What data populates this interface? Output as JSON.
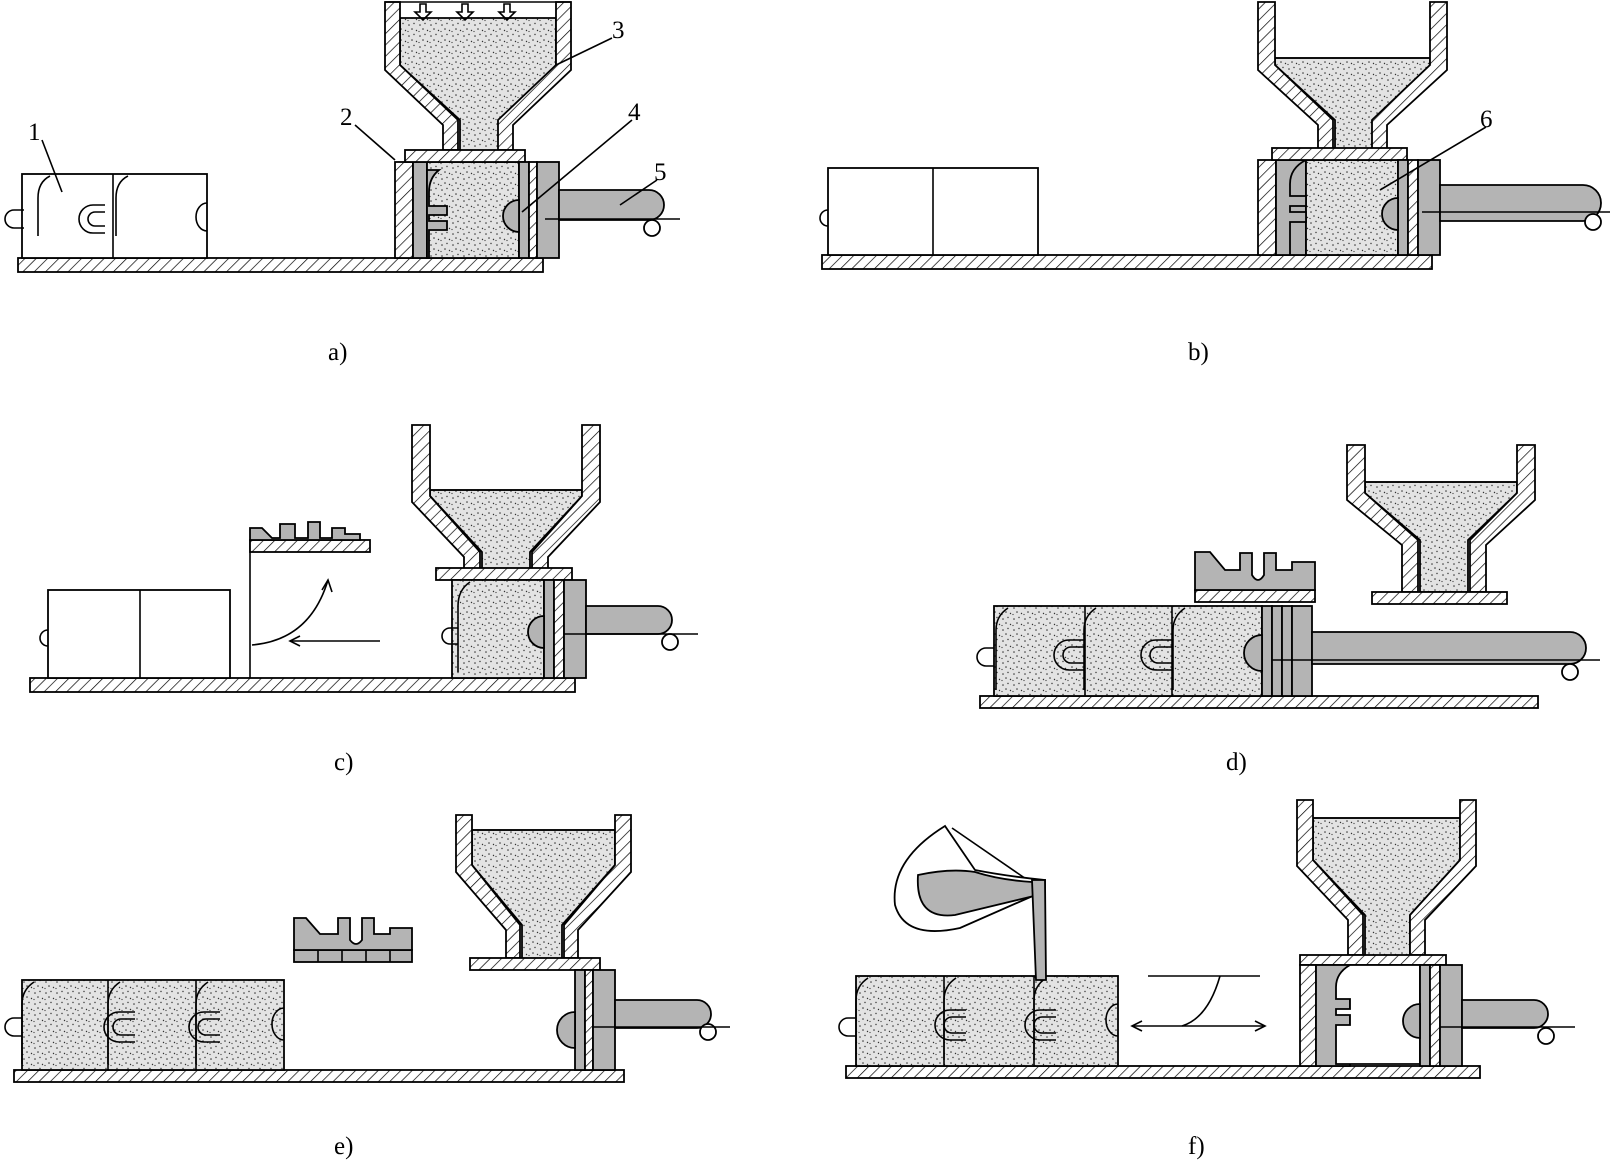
{
  "figure": {
    "panels": [
      {
        "id": "a",
        "caption": "a)"
      },
      {
        "id": "b",
        "caption": "b)"
      },
      {
        "id": "c",
        "caption": "c)"
      },
      {
        "id": "d",
        "caption": "d)"
      },
      {
        "id": "e",
        "caption": "e)"
      },
      {
        "id": "f",
        "caption": "f)"
      }
    ],
    "part_numbers": [
      "1",
      "2",
      "3",
      "4",
      "5",
      "6"
    ]
  }
}
